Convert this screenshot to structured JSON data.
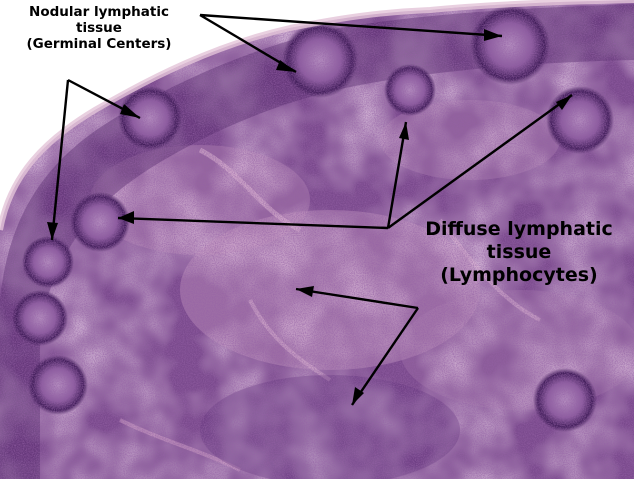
{
  "image": {
    "background_color": "#ffffff",
    "tissue_dark": "#5b2f74",
    "tissue_light": "#cf9fc6",
    "capsule_color": "#e3c4d8",
    "arrow_color": "#000000"
  },
  "labels": {
    "nodular": {
      "line1": "Nodular lymphatic",
      "line2": "tissue",
      "line3": "(Germinal Centers)"
    },
    "diffuse": {
      "line1": "Diffuse lymphatic",
      "line2": "tissue",
      "line3": "(Lymphocytes)"
    }
  }
}
